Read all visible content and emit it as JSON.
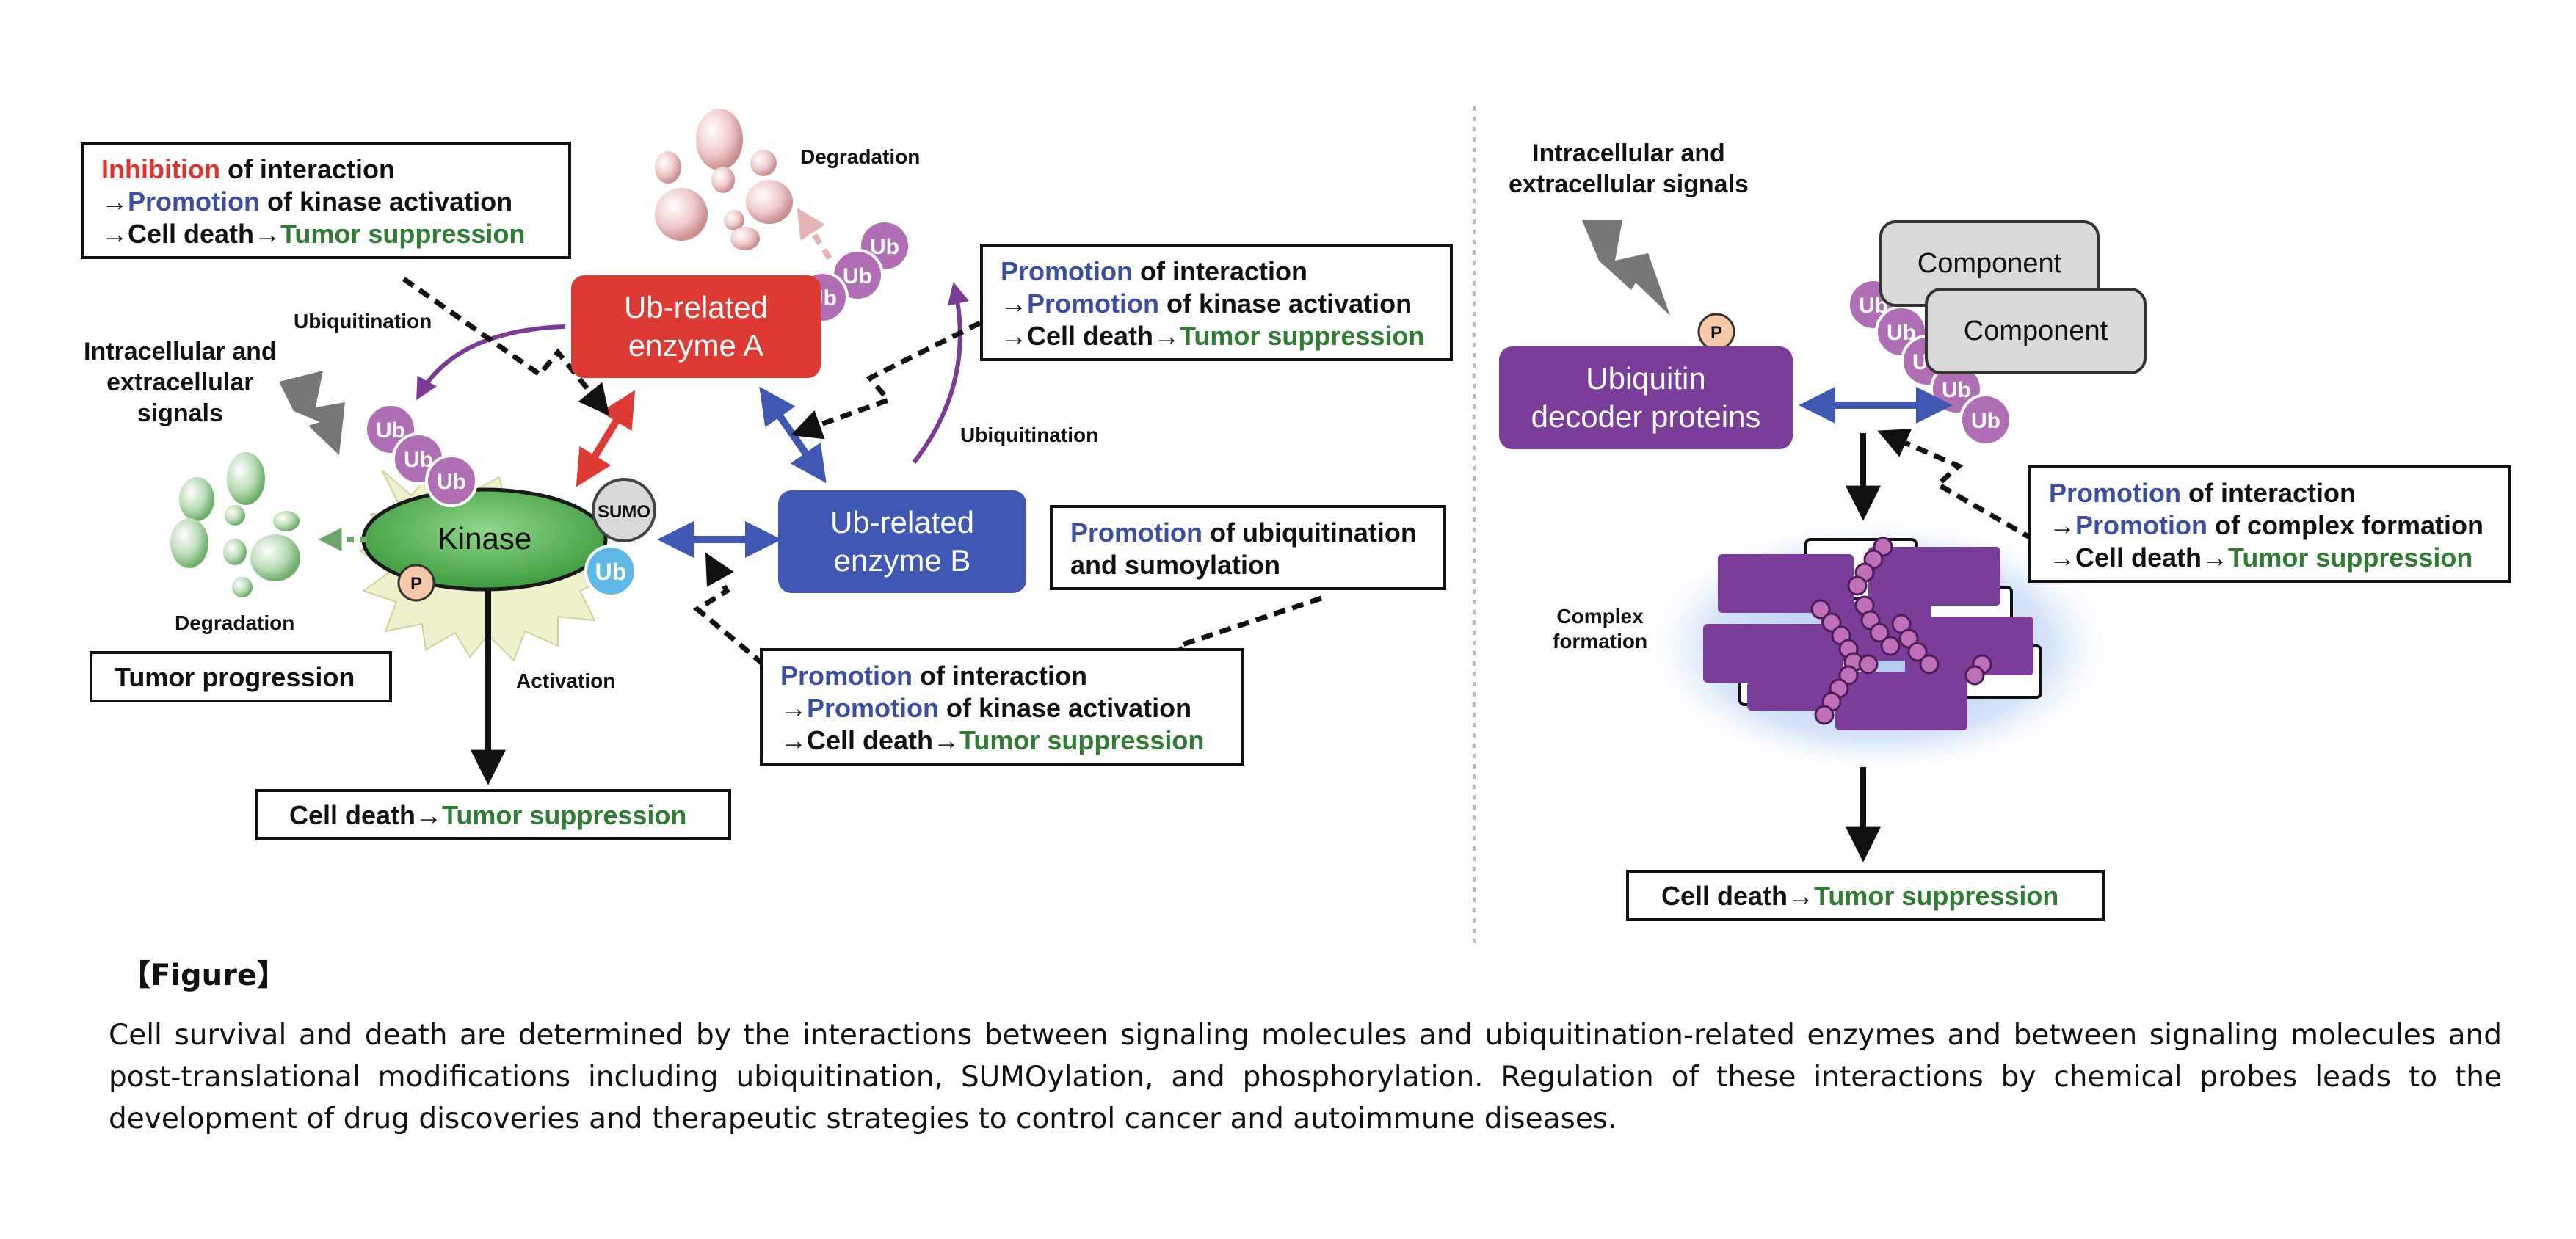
{
  "left": {
    "kinase_label": "Kinase",
    "sumo_label": "SUMO",
    "ub_label": "Ub",
    "p_label": "P",
    "enzyme_a": [
      "Ub-related",
      "enzyme A"
    ],
    "enzyme_b": [
      "Ub-related",
      "enzyme B"
    ],
    "degradation_top": "Degradation",
    "degradation_left": "Degradation",
    "ubiquitination_left": "Ubiquitination",
    "ubiquitination_right": "Ubiquitination",
    "activation": "Activation",
    "signals": [
      "Intracellular and",
      "extracellular",
      "signals"
    ],
    "tumor_progression": "Tumor progression",
    "box_inhibition": {
      "line1_colored": "Inhibition",
      "line1_rest": " of interaction",
      "line2_prefix": "→",
      "line2_colored": "Promotion",
      "line2_rest": " of kinase activation",
      "line3_prefix": "→Cell death→",
      "line3_colored": "Tumor suppression"
    },
    "box_top_right": {
      "line1_colored": "Promotion",
      "line1_rest": " of interaction",
      "line2_prefix": "→",
      "line2_colored": "Promotion",
      "line2_rest": " of kinase activation",
      "line3_prefix": "→Cell death→",
      "line3_colored": "Tumor suppression"
    },
    "box_ub_sumo": {
      "line1_colored": "Promotion",
      "line1_rest": " of ubiquitination",
      "line2": "and sumoylation"
    },
    "box_bottom": {
      "line1_colored": "Promotion",
      "line1_rest": " of interaction",
      "line2_prefix": "→",
      "line2_colored": "Promotion",
      "line2_rest": " of kinase activation",
      "line3_prefix": "→Cell death→",
      "line3_colored": "Tumor suppression"
    },
    "cell_death_box": {
      "prefix": "Cell death→",
      "colored": "Tumor suppression"
    }
  },
  "right": {
    "signals": [
      "Intracellular and",
      "extracellular signals"
    ],
    "p_label": "P",
    "decoder": [
      "Ubiquitin",
      "decoder proteins"
    ],
    "component_label": "Component",
    "ub_label": "Ub",
    "complex_label": [
      "Complex",
      "formation"
    ],
    "box_complex": {
      "line1_colored": "Promotion",
      "line1_rest": " of interaction",
      "line2_prefix": "→",
      "line2_colored": "Promotion",
      "line2_rest": " of complex formation",
      "line3_prefix": "→Cell death→",
      "line3_colored": "Tumor suppression"
    },
    "cell_death_box": {
      "prefix": "Cell death→",
      "colored": "Tumor suppression"
    }
  },
  "caption": {
    "title": "【Figure】",
    "text": "Cell survival and death are determined by the interactions between signaling molecules and ubiquitination-related enzymes and between signaling molecules and post-translational modifications including ubiquitination, SUMOylation, and phosphorylation. Regulation of these interactions by chemical probes leads to the development of drug discoveries and therapeutic strategies to control cancer and autoimmune diseases."
  },
  "colors": {
    "inhibition_red": "#e1332e",
    "promotion_blue": "#3a4fa3",
    "suppression_green": "#2e7d32",
    "enzyme_a": "#dc3a33",
    "enzyme_b": "#3e58b4",
    "kinase_green": "#5cb85c",
    "ub_purple": "#b06fb4",
    "decoder_purple": "#7a3d99"
  }
}
